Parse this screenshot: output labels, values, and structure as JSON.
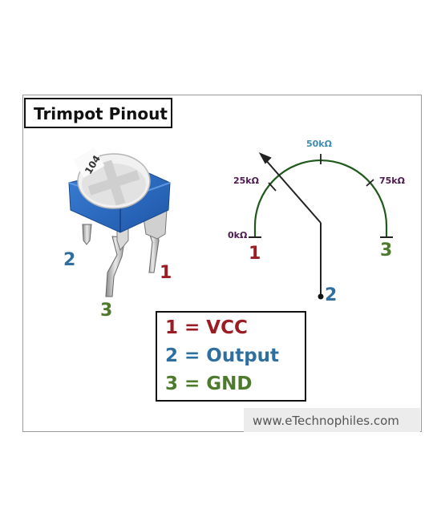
{
  "title": "Trimpot Pinout",
  "colors": {
    "pin1": "#9b1c23",
    "pin2": "#2f6f9f",
    "pin3": "#4e7a2e",
    "arc": "#1f5a1c",
    "ticks_label_purple": "#4b1a4f",
    "mid_label": "#3e8bb0",
    "trimpot_body": "#2f6fc4"
  },
  "component_pin_labels": {
    "pin1": "1",
    "pin2": "2",
    "pin3": "3"
  },
  "component_marking": "104",
  "schematic": {
    "resistance_labels": {
      "r0": "0kΩ",
      "r25": "25kΩ",
      "r50": "50kΩ",
      "r75": "75kΩ"
    },
    "terminal_labels": {
      "t1": "1",
      "t2": "2",
      "t3": "3"
    }
  },
  "legend": {
    "row1": "1 = VCC",
    "row2": "2 = Output",
    "row3": "3 = GND"
  },
  "watermark": "www.eTechnophiles.com"
}
